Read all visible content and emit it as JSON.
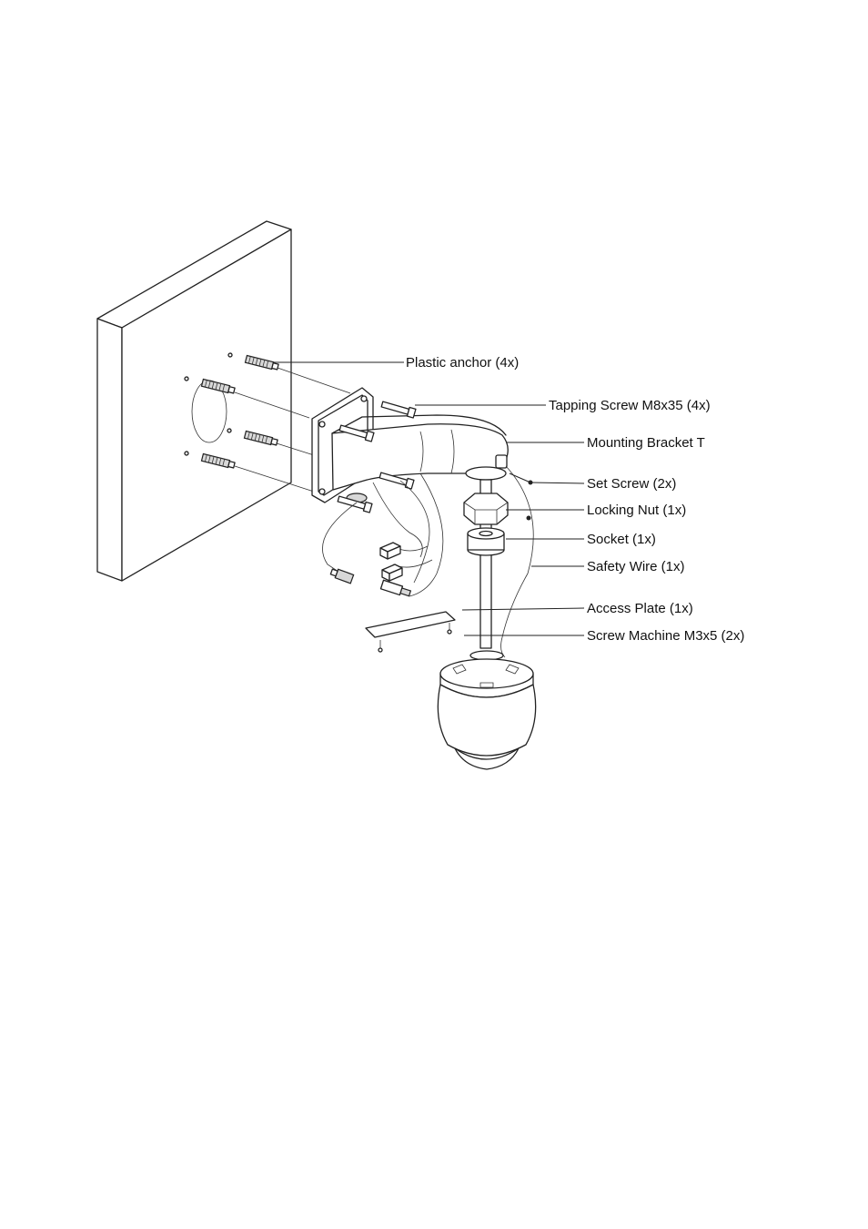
{
  "labels": {
    "plastic_anchor": "Plastic anchor (4x)",
    "tapping_screw": "Tapping Screw M8x35 (4x)",
    "mounting_bracket": "Mounting Bracket  T",
    "set_screw": "Set Screw (2x)",
    "locking_nut": "Locking Nut  (1x)",
    "socket": "Socket (1x)",
    "safety_wire": "Safety Wire  (1x)",
    "access_plate": "Access Plate (1x)",
    "screw_machine": "Screw Machine M3x5 (2x)"
  }
}
